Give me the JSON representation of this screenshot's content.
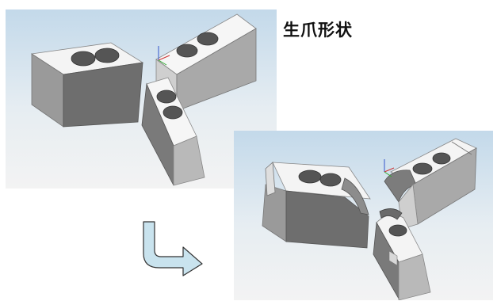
{
  "title": "生爪形状",
  "colors": {
    "viewport_top": "#c3d9ea",
    "viewport_bottom": "#f3f3f3",
    "part_top": "#f4f4f4",
    "part_front": "#6e6e6e",
    "part_side": "#a8a8a8",
    "arrow_fill": "#c9e3ee",
    "arrow_stroke": "#333333"
  },
  "icons": {
    "arrow": "curved-down-right-arrow",
    "triad": "coordinate-axis-triad"
  }
}
